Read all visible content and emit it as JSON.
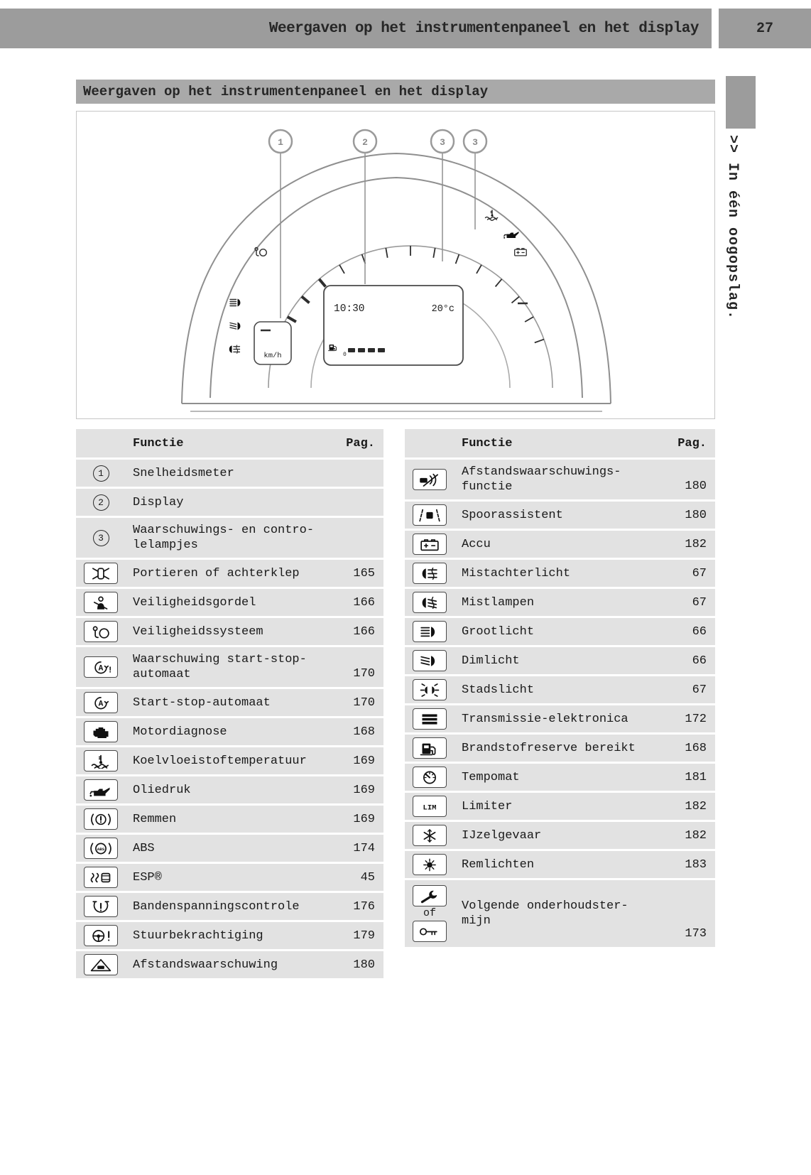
{
  "page_number": "27",
  "header": {
    "title": "Weergaven op het instrumentenpaneel en het display"
  },
  "side_tab": {
    "label": ">> In één oogopslag."
  },
  "section": {
    "title": "Weergaven op het instrumentenpaneel en het display"
  },
  "figure": {
    "callouts": [
      "1",
      "2",
      "3",
      "3"
    ],
    "display_time": "10:30",
    "display_temp": "20°c",
    "speed_unit": "km/h",
    "fuel_counter": "0"
  },
  "tables": {
    "col_function": "Functie",
    "col_page": "Pag.",
    "left_rows": [
      {
        "badge": "1",
        "label": "Snelheidsmeter",
        "page": ""
      },
      {
        "badge": "2",
        "label": "Display",
        "page": ""
      },
      {
        "badge": "3",
        "label": "Waarschuwings- en contro-\nlelampjes",
        "page": ""
      },
      {
        "icon": "door-icon",
        "label": "Portieren of achterklep",
        "page": "165"
      },
      {
        "icon": "seatbelt-icon",
        "label": "Veiligheidsgordel",
        "page": "166"
      },
      {
        "icon": "airbag-icon",
        "label": "Veiligheidssysteem",
        "page": "166"
      },
      {
        "icon": "start-stop-warning-icon",
        "label": "Waarschuwing start-stop-\nautomaat",
        "page": "170"
      },
      {
        "icon": "start-stop-icon",
        "label": "Start-stop-automaat",
        "page": "170"
      },
      {
        "icon": "engine-icon",
        "label": "Motordiagnose",
        "page": "168"
      },
      {
        "icon": "coolant-icon",
        "label": "Koelvloeistoftemperatuur",
        "page": "169"
      },
      {
        "icon": "oil-icon",
        "label": "Oliedruk",
        "page": "169"
      },
      {
        "icon": "brake-icon",
        "label": "Remmen",
        "page": "169"
      },
      {
        "icon": "abs-icon",
        "label": "ABS",
        "page": "174"
      },
      {
        "icon": "esp-icon",
        "label": "ESP®",
        "page": "45"
      },
      {
        "icon": "tire-pressure-icon",
        "label": "Bandenspanningscontrole",
        "page": "176"
      },
      {
        "icon": "steering-icon",
        "label": "Stuurbekrachtiging",
        "page": "179"
      },
      {
        "icon": "distance-warning-icon",
        "label": "Afstandswaarschuwing",
        "page": "180"
      }
    ],
    "right_rows": [
      {
        "icon": "distance-function-icon",
        "label": "Afstandswaarschuwings-\nfunctie",
        "page": "180"
      },
      {
        "icon": "lane-assist-icon",
        "label": "Spoorassistent",
        "page": "180"
      },
      {
        "icon": "battery-icon",
        "label": "Accu",
        "page": "182"
      },
      {
        "icon": "rear-fog-icon",
        "label": "Mistachterlicht",
        "page": "67"
      },
      {
        "icon": "fog-lamp-icon",
        "label": "Mistlampen",
        "page": "67"
      },
      {
        "icon": "high-beam-icon",
        "label": "Grootlicht",
        "page": "66"
      },
      {
        "icon": "low-beam-icon",
        "label": "Dimlicht",
        "page": "66"
      },
      {
        "icon": "parking-light-icon",
        "label": "Stadslicht",
        "page": "67"
      },
      {
        "icon": "transmission-icon",
        "label": "Transmissie-elektronica",
        "page": "172"
      },
      {
        "icon": "fuel-pump-icon",
        "label": "Brandstofreserve bereikt",
        "page": "168"
      },
      {
        "icon": "cruise-control-icon",
        "label": "Tempomat",
        "page": "181"
      },
      {
        "icon": "limiter-icon",
        "label": "Limiter",
        "page": "182"
      },
      {
        "icon": "snowflake-icon",
        "label": "IJzelgevaar",
        "page": "182"
      },
      {
        "icon": "brake-light-icon",
        "label": "Remlichten",
        "page": "183"
      },
      {
        "icons": [
          "wrench-icon",
          "key-icon"
        ],
        "between": "of",
        "label": "Volgende onderhoudster-\nmijn",
        "page": "173"
      }
    ]
  }
}
